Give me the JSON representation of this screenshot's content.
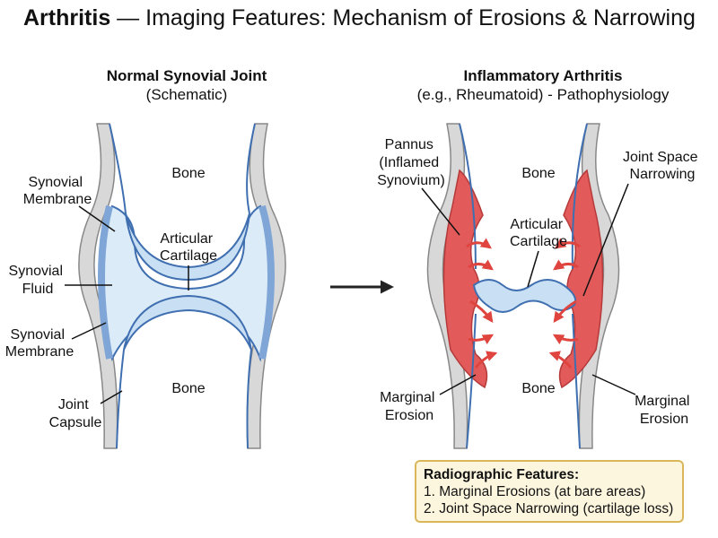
{
  "title": {
    "bold": "Arthritis",
    "rest": " — Imaging Features: Mechanism of Erosions & Narrowing"
  },
  "normal": {
    "title": "Normal Synovial Joint",
    "subtitle": "(Schematic)",
    "labels": {
      "bone_top": "Bone",
      "bone_bottom": "Bone",
      "synovial_membrane_top": [
        "Synovial",
        "Membrane"
      ],
      "articular_cartilage": [
        "Articular",
        "Cartilage"
      ],
      "synovial_fluid": [
        "Synovial",
        "Fluid"
      ],
      "synovial_membrane_bottom": [
        "Synovial",
        "Membrane"
      ],
      "joint_capsule": [
        "Joint",
        "Capsule"
      ]
    }
  },
  "inflamed": {
    "title": "Inflammatory Arthritis",
    "subtitle": "(e.g., Rheumatoid) - Pathophysiology",
    "labels": {
      "bone_top": "Bone",
      "bone_bottom": "Bone",
      "pannus": [
        "Pannus",
        "(Inflamed",
        "Synovium)"
      ],
      "joint_space_narrowing": [
        "Joint Space",
        "Narrowing"
      ],
      "articular_cartilage": [
        "Articular",
        "Cartilage"
      ],
      "marginal_erosion_left": [
        "Marginal",
        "Erosion"
      ],
      "marginal_erosion_right": [
        "Marginal",
        "Erosion"
      ]
    }
  },
  "features_box": {
    "heading": "Radiographic Features:",
    "items": [
      "1. Marginal Erosions (at bare areas)",
      "2. Joint Space Narrowing (cartilage loss)"
    ]
  },
  "colors": {
    "capsule_gray": "#d0d0d0",
    "synovial_blue": "#7fa6d6",
    "fluid_blue": "#dcebf8",
    "pannus_red": "#e35a5a",
    "arrow_red": "#e0443f",
    "box_fill": "#fdf6de",
    "box_border": "#d9b75a"
  }
}
